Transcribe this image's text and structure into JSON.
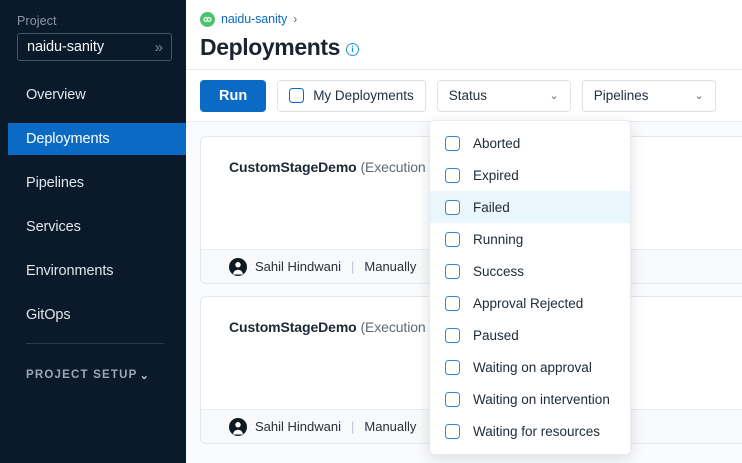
{
  "sidebar": {
    "project_label": "Project",
    "project_name": "naidu-sanity",
    "expand_icon": "»",
    "items": [
      {
        "label": "Overview",
        "active": false
      },
      {
        "label": "Deployments",
        "active": true
      },
      {
        "label": "Pipelines",
        "active": false
      },
      {
        "label": "Services",
        "active": false
      },
      {
        "label": "Environments",
        "active": false
      },
      {
        "label": "GitOps",
        "active": false
      }
    ],
    "section_label": "PROJECT SETUP",
    "section_chevron": "⌄"
  },
  "header": {
    "breadcrumb_project": "naidu-sanity",
    "breadcrumb_separator": "›",
    "title": "Deployments",
    "info_icon_glyph": "i"
  },
  "toolbar": {
    "run_label": "Run",
    "my_deployments_label": "My Deployments",
    "status_label": "Status",
    "pipelines_label": "Pipelines",
    "chevron": "⌄"
  },
  "status_dropdown": {
    "options": [
      {
        "label": "Aborted",
        "checked": false,
        "highlighted": false
      },
      {
        "label": "Expired",
        "checked": false,
        "highlighted": false
      },
      {
        "label": "Failed",
        "checked": false,
        "highlighted": true
      },
      {
        "label": "Running",
        "checked": false,
        "highlighted": false
      },
      {
        "label": "Success",
        "checked": false,
        "highlighted": false
      },
      {
        "label": "Approval Rejected",
        "checked": false,
        "highlighted": false
      },
      {
        "label": "Paused",
        "checked": false,
        "highlighted": false
      },
      {
        "label": "Waiting on approval",
        "checked": false,
        "highlighted": false
      },
      {
        "label": "Waiting on intervention",
        "checked": false,
        "highlighted": false
      },
      {
        "label": "Waiting for resources",
        "checked": false,
        "highlighted": false
      }
    ]
  },
  "cards": [
    {
      "name": "CustomStageDemo",
      "execution": "(Execution Id",
      "user": "Sahil Hindwani",
      "divider": "|",
      "trigger": "Manually"
    },
    {
      "name": "CustomStageDemo",
      "execution": "(Execution Id",
      "user": "Sahil Hindwani",
      "divider": "|",
      "trigger": "Manually"
    }
  ],
  "colors": {
    "sidebar_bg": "#0b1a2b",
    "accent_blue": "#0b6bc4",
    "breadcrumb_green": "#4bc36a",
    "highlight_row": "#e9f7fd"
  }
}
